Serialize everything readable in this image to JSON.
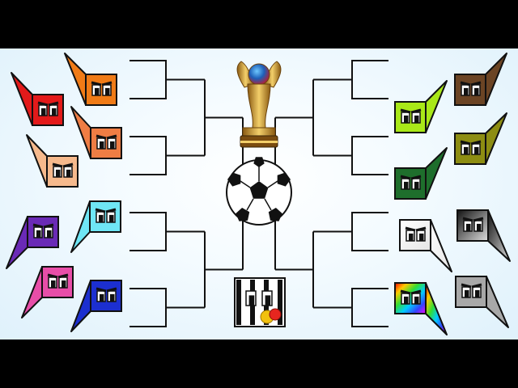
{
  "game": {
    "title": "",
    "bracket_rounds": [
      "round-of-16",
      "quarterfinal",
      "semifinal",
      "final"
    ]
  },
  "colors": {
    "background": "#e6f5fc",
    "line": "#111111",
    "trophy_gold": "#d8a73a",
    "ball_black": "#111111",
    "ball_white": "#ffffff"
  },
  "left_teams": [
    {
      "id": "red",
      "color": "#e31a1a"
    },
    {
      "id": "orange",
      "color": "#f07b16"
    },
    {
      "id": "coral",
      "color": "#ef7d44"
    },
    {
      "id": "peach",
      "color": "#f6b98c"
    },
    {
      "id": "cyan",
      "color": "#6fe6f5"
    },
    {
      "id": "purple",
      "color": "#6a2ab6"
    },
    {
      "id": "pink",
      "color": "#e84ea8"
    },
    {
      "id": "blue",
      "color": "#1c2fd0"
    }
  ],
  "right_teams": [
    {
      "id": "brown",
      "color": "#6b4424"
    },
    {
      "id": "lime",
      "color": "#a9e818"
    },
    {
      "id": "olive",
      "color": "#8d8d12"
    },
    {
      "id": "green",
      "color": "#1e6e2c"
    },
    {
      "id": "black-grey",
      "color": "#555555"
    },
    {
      "id": "white",
      "color": "#ffffff"
    },
    {
      "id": "silver",
      "color": "#a8a8a8"
    },
    {
      "id": "rainbow",
      "color": "#ff00ff"
    }
  ],
  "icons": [
    "trophy-icon",
    "soccer-ball-icon",
    "jersey-stripes-icon"
  ],
  "jersey_colors": [
    "#111111",
    "#ffffff",
    "#e6261f",
    "#f2c10f"
  ]
}
